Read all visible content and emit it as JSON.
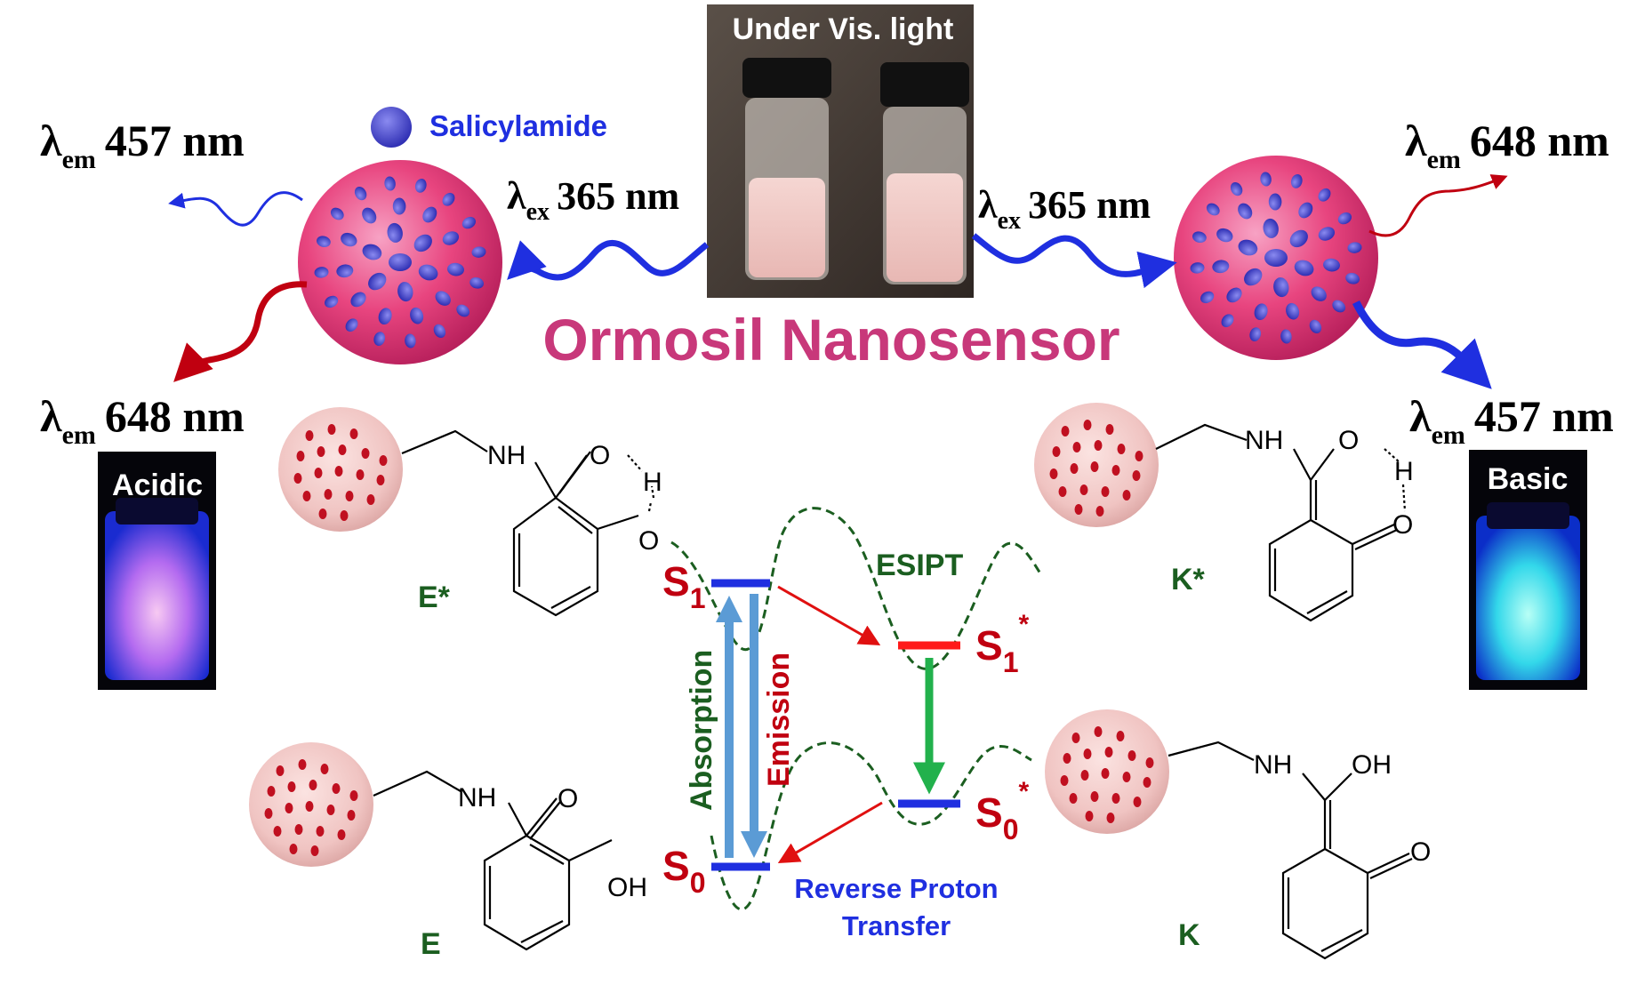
{
  "title": "Ormosil Nanosensor",
  "legend": {
    "label": "Salicylamide"
  },
  "photo": {
    "label": "Under Vis. light"
  },
  "left_panel": {
    "emission_top": {
      "symbol": "λ",
      "sub": "em",
      "value": "457 nm"
    },
    "excitation": {
      "symbol": "λ",
      "sub": "ex",
      "value": "365 nm"
    },
    "emission_bottom": {
      "symbol": "λ",
      "sub": "em",
      "value": "648 nm"
    },
    "vial_label": "Acidic"
  },
  "right_panel": {
    "emission_top": {
      "symbol": "λ",
      "sub": "em",
      "value": "648 nm"
    },
    "excitation": {
      "symbol": "λ",
      "sub": "ex",
      "value": "365 nm"
    },
    "emission_bottom": {
      "symbol": "λ",
      "sub": "em",
      "value": "457 nm"
    },
    "vial_label": "Basic"
  },
  "structures": {
    "E_star": {
      "label": "E*",
      "nh": "NH",
      "o1": "O",
      "h": "H",
      "o2": "O"
    },
    "E": {
      "label": "E",
      "nh": "NH",
      "o1": "O",
      "oh": "OH"
    },
    "K_star": {
      "label": "K*",
      "nh": "NH",
      "o1": "O",
      "h": "H",
      "o2": "O"
    },
    "K": {
      "label": "K",
      "nh": "NH",
      "oh": "OH",
      "o2": "O"
    }
  },
  "energy_diagram": {
    "s1": {
      "main": "S",
      "sub": "1"
    },
    "s0": {
      "main": "S",
      "sub": "0"
    },
    "s1_star": {
      "main": "S",
      "sub": "1",
      "sup": "*"
    },
    "s0_star": {
      "main": "S",
      "sub": "0",
      "sup": "*"
    },
    "absorption": "Absorption",
    "emission": "Emission",
    "esipt": "ESIPT",
    "reverse_line1": "Reverse Proton",
    "reverse_line2": "Transfer"
  },
  "colors": {
    "title": "#c8387a",
    "blue": "#1f2fe0",
    "red": "#c00010",
    "green_label": "#1b5e20",
    "state_red": "#c00010",
    "sphere": "#e8457f",
    "dot": "#4b4bd6"
  }
}
